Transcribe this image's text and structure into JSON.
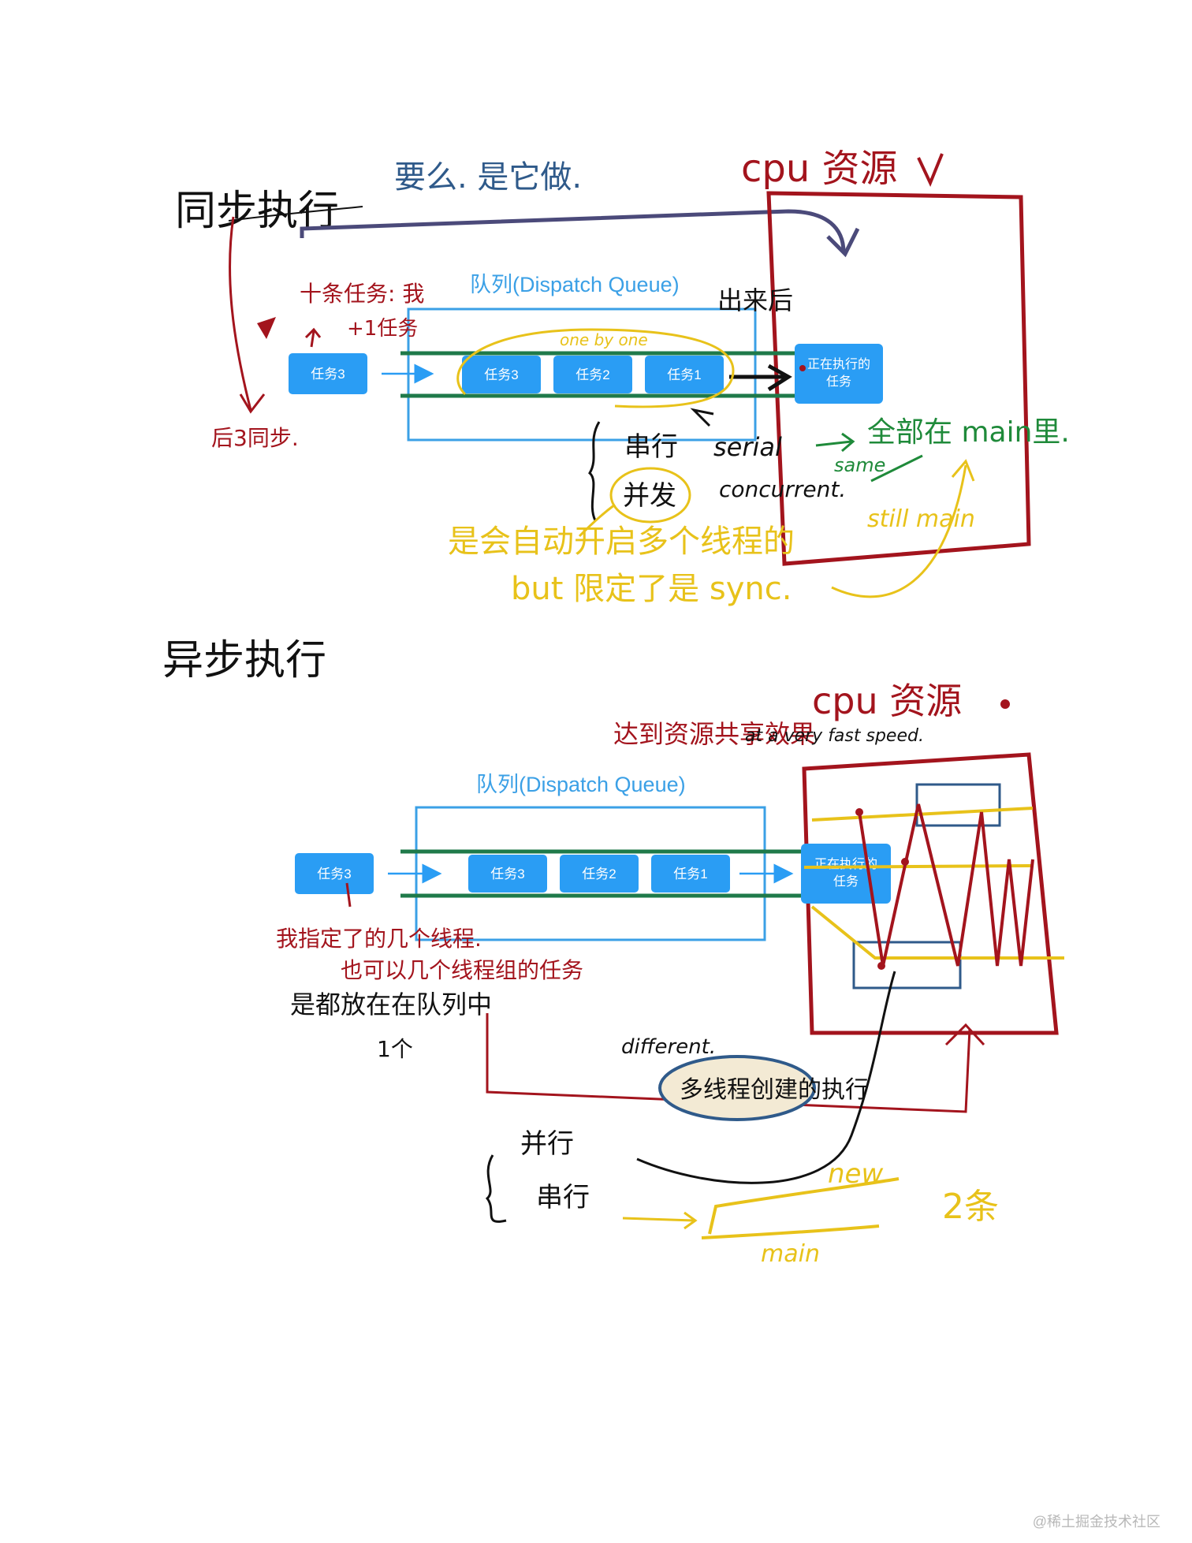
{
  "colors": {
    "blue_box": "#2a9df4",
    "queue_border": "#3ba0e6",
    "rail_green": "#1f7a4a",
    "red": "#a3141d",
    "gold": "#e8c21a",
    "navy": "#2f5a8a",
    "green": "#1f8a3a",
    "black": "#111111",
    "purple": "#4b4a7a"
  },
  "sync": {
    "heading": "同步执行",
    "note_blue": "要么. 是它做.",
    "cpu_label": "cpu 资源",
    "queue_title": "队列(Dispatch Queue)",
    "tasks": [
      "任务3",
      "任务2",
      "任务1"
    ],
    "incoming_task": "任务3",
    "running_task": "正在执行的任务",
    "note_wait": "十条任务: 我",
    "note_plus": "+1任务",
    "note_later": "后3同步.",
    "one_by_one": "one by one",
    "out_after": "出来后",
    "serial_cn": "串行",
    "serial_en": "serial",
    "concurrent_cn": "并发",
    "concurrent_en": "concurrent.",
    "all_main": "全部在 main里.",
    "same": "same",
    "still_main": "still main",
    "auto_threads": "是会自动开启多个线程的",
    "but_sync": "but 限定了是 sync."
  },
  "async": {
    "heading": "异步执行",
    "cpu_label": "cpu 资源",
    "cpu_note": "达到资源共享效果",
    "fast_speed": "at a very fast speed.",
    "queue_title": "队列(Dispatch Queue)",
    "tasks": [
      "任务3",
      "任务2",
      "任务1"
    ],
    "incoming_task": "任务3",
    "running_task": "正在执行的任务",
    "red_note_1": "我指定了的几个线程.",
    "red_note_2": "也可以几个线程组的任务",
    "black_note_1": "是都放在在队列中",
    "black_note_2": "1个",
    "different": "different.",
    "multi_thread": "多线程创建的执行",
    "concurrent_cn": "并行",
    "serial_cn": "串行",
    "new": "new",
    "main": "main",
    "two_lines": "2条"
  },
  "watermark": "@稀土掘金技术社区"
}
